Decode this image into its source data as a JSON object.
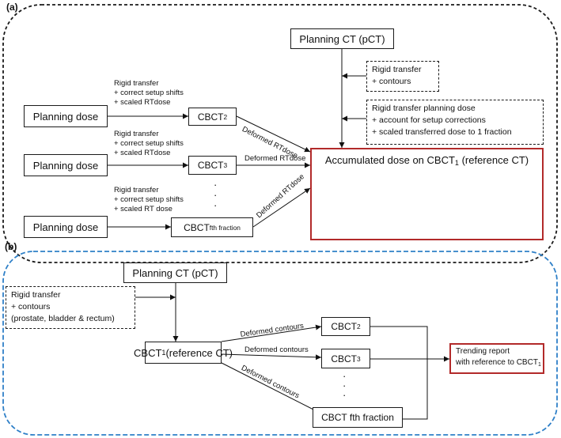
{
  "panel_a": {
    "tag": "(a)",
    "planning_ct": "Planning CT (pCT)",
    "dash1": {
      "line1": "Rigid transfer",
      "line2": "+ contours"
    },
    "dash2": {
      "line1": "Rigid transfer planning dose",
      "line2": "+ account for setup corrections",
      "line3": "+ scaled transferred dose to 1 fraction"
    },
    "planning_dose": "Planning dose",
    "row1": {
      "l1": "Rigid transfer",
      "l2": "+ correct setup shifts",
      "l3": "+ scaled RTdose",
      "cbct_main": "CBCT",
      "cbct_sub": "2",
      "deformed": "Deformed RTdose"
    },
    "row2": {
      "l1": "Rigid transfer",
      "l2": "+ correct setup shifts",
      "l3": "+ scaled RTdose",
      "cbct_main": "CBCT",
      "cbct_sub": "3",
      "deformed": "Deformed RTdose"
    },
    "row3": {
      "l1": "Rigid transfer",
      "l2": "+ correct setup shifts",
      "l3": "+ scaled RT dose",
      "cbct_main": "CBCT",
      "cbct_sub": "fth fraction",
      "deformed": "Deformed RTdose"
    },
    "accum": {
      "t1": "Accumulated dose on CBCT",
      "sub": "1",
      "t2": " (reference CT)"
    },
    "dots": "·"
  },
  "panel_b": {
    "tag": "(b)",
    "planning_ct": "Planning CT (pCT)",
    "dash": {
      "line1": "Rigid transfer",
      "line2": "+ contours",
      "line3": "(prostate, bladder & rectum)"
    },
    "ref": {
      "t1": "CBCT",
      "sub": "1",
      "t2": " (reference CT)"
    },
    "deformed": "Deformed contours",
    "cbct2": {
      "main": "CBCT",
      "sub": "2"
    },
    "cbct3": {
      "main": "CBCT",
      "sub": "3"
    },
    "cbctf": "CBCT fth fraction",
    "trend": {
      "l1": "Trending report",
      "l2a": "with reference to CBCT",
      "l2sub": "1"
    },
    "dots": "·"
  },
  "colors": {
    "panel_a_border": "#1a1a1a",
    "panel_b_border": "#2f80c8",
    "accent_box": "#b22a2a"
  }
}
